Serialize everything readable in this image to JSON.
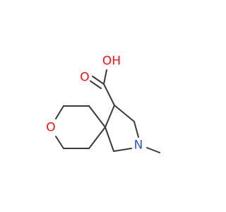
{
  "molecule": {
    "atoms": [
      {
        "id": "O_ring",
        "label": "O",
        "color": "#ff0d0d"
      },
      {
        "id": "O_carbonyl",
        "label": "O",
        "color": "#ff0d0d"
      },
      {
        "id": "OH",
        "label": "OH",
        "color": "#ff0d0d"
      },
      {
        "id": "N",
        "label": "N",
        "color": "#3050f8"
      }
    ],
    "bond_color": "#3a3a3a"
  }
}
